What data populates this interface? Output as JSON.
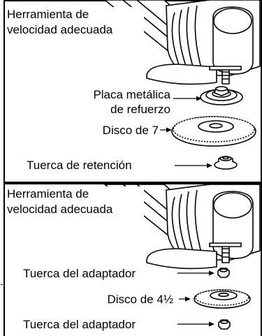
{
  "top_panel": {
    "title_line1": "Herramienta de",
    "title_line2": "velocidad adecuada",
    "labels": {
      "backing_plate_line1": "Placa metálica",
      "backing_plate_line2": "de refuerzo",
      "disc": "Disco de 7",
      "nut": "Tuerca de retención"
    }
  },
  "bottom_panel": {
    "title_line1": "Herramienta de",
    "title_line2": "velocidad adecuada",
    "labels": {
      "adapter_nut_upper": "Tuerca del adaptador",
      "disc": "Disco de 4½",
      "adapter_nut_lower": "Tuerca del adaptador"
    }
  }
}
